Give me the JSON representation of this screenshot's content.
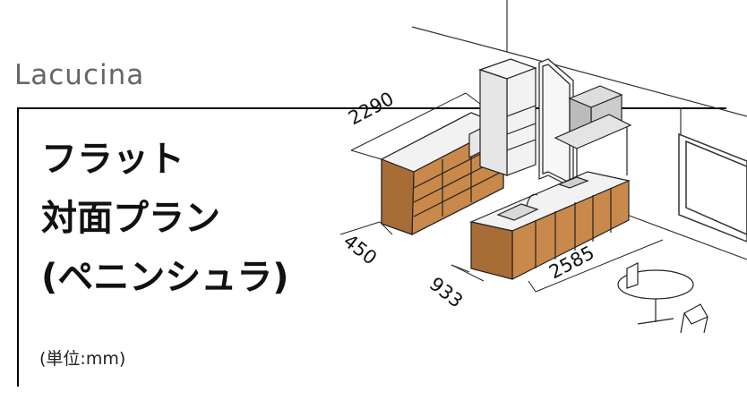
{
  "brand": "Lacucina",
  "title_lines": [
    "フラット",
    "対面プラン",
    "(ペニンシュラ)"
  ],
  "unit_note": "(単位:mm)",
  "dimensions": {
    "back_width": "2290",
    "back_depth": "450",
    "island_depth": "933",
    "island_width": "2585"
  },
  "colors": {
    "cabinet_wood": "#C9894A",
    "cabinet_wood_dark": "#A86C36",
    "countertop": "#F2F2F2",
    "outline": "#222222",
    "border": "#000000",
    "brand_text": "#666666"
  }
}
